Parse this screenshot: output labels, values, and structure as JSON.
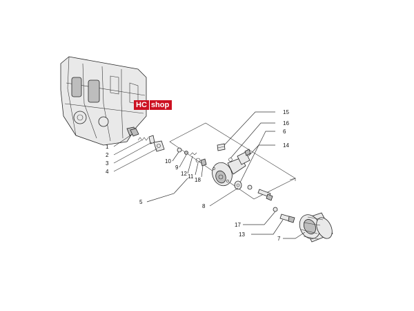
{
  "logo": {
    "hc": "HC",
    "shop": "shop",
    "brand_color": "#cc1122"
  },
  "callouts": {
    "c1": "1",
    "c2": "2",
    "c3": "3",
    "c4": "4",
    "c5": "5",
    "c6": "6",
    "c7": "7",
    "c8": "8",
    "c9": "9",
    "c10": "10",
    "c11": "11",
    "c12": "12",
    "c13": "13",
    "c14": "14",
    "c15": "15",
    "c16": "16",
    "c17": "17",
    "c18": "18"
  }
}
